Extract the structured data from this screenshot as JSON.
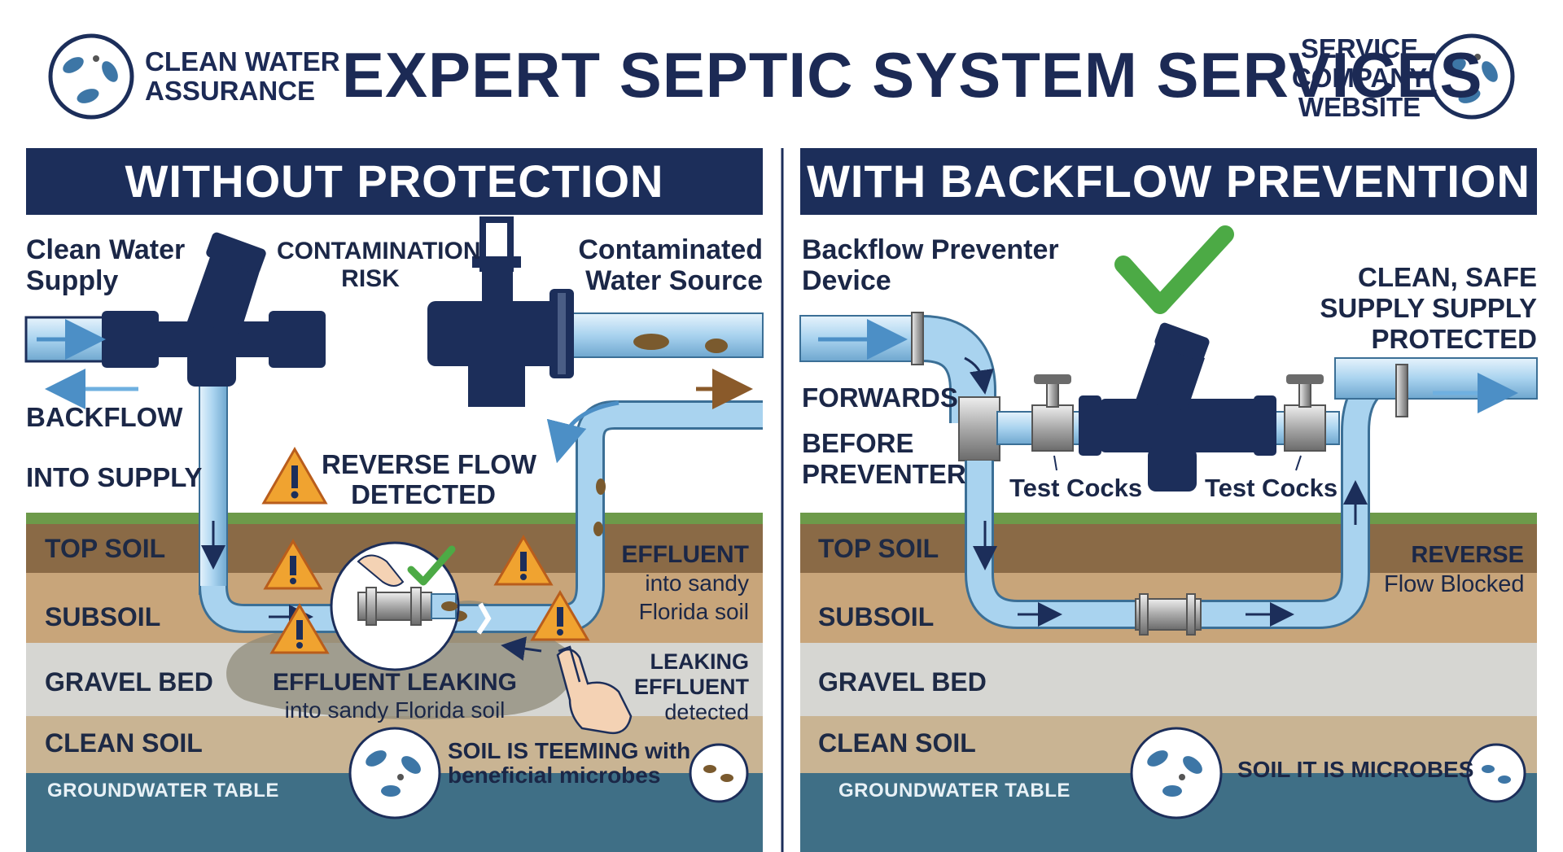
{
  "header": {
    "title": "EXPERT SEPTIC SYSTEM SERVICES",
    "left_brand_line1": "CLEAN WATER",
    "left_brand_line2": "ASSURANCE",
    "right_brand_line1": "SERVICE",
    "right_brand_line2": "COMPANY",
    "right_brand_line3": "WEBSITE"
  },
  "left_panel": {
    "heading": "WITHOUT PROTECTION",
    "clean_supply_line1": "Clean Water",
    "clean_supply_line2": "Supply",
    "contamination_line1": "CONTAMINATION",
    "contamination_line2": "RISK",
    "contaminated_source_line1": "Contaminated",
    "contaminated_source_line2": "Water Source",
    "backflow": "BACKFLOW",
    "into_supply": "INTO SUPPLY",
    "reverse_line1": "REVERSE FLOW",
    "reverse_line2": "DETECTED",
    "effluent_right_line1": "EFFLUENT",
    "effluent_right_line2": "into sandy",
    "effluent_right_line3": "Florida soil",
    "leaking_center_line1": "EFFLUENT LEAKING",
    "leaking_center_line2": "into sandy Florida soil",
    "leaking_right_line1": "LEAKING",
    "leaking_right_line2": "EFFLUENT",
    "leaking_right_line3": "detected",
    "microbes_line1": "SOIL IS TEEMING with",
    "microbes_line2": "beneficial microbes",
    "layers": [
      "TOP SOIL",
      "SUBSOIL",
      "GRAVEL BED",
      "CLEAN SOIL"
    ],
    "groundwater": "GROUNDWATER TABLE"
  },
  "right_panel": {
    "heading": "WITH BACKFLOW PREVENTION",
    "device_line1": "Backflow Preventer",
    "device_line2": "Device",
    "safe_line1": "CLEAN, SAFE",
    "safe_line2": "SUPPLY SUPPLY",
    "safe_line3": "PROTECTED",
    "forwards": "FORWARDS",
    "before_line1": "BEFORE",
    "before_line2": "PREVENTER",
    "test_cocks_left": "Test Cocks",
    "test_cocks_right": "Test Cocks",
    "reverse_line1": "REVERSE",
    "reverse_line2": "Flow Blocked",
    "microbes": "SOIL IT IS MICROBES",
    "layers": [
      "TOP SOIL",
      "SUBSOIL",
      "GRAVEL BED",
      "CLEAN SOIL"
    ],
    "groundwater": "GROUNDWATER TABLE"
  },
  "colors": {
    "navy": "#1c2e5a",
    "pipe_blue": "#a9d3ef",
    "grass": "#6d9a4a",
    "topsoil": "#8a6a46",
    "subsoil": "#c8a57a",
    "gravel": "#d6d6d2",
    "cleansoil": "#c9b493",
    "groundwater": "#3f6f86",
    "warning": "#f0a330",
    "check": "#4caa45",
    "sludge": "#7a5a2e"
  }
}
